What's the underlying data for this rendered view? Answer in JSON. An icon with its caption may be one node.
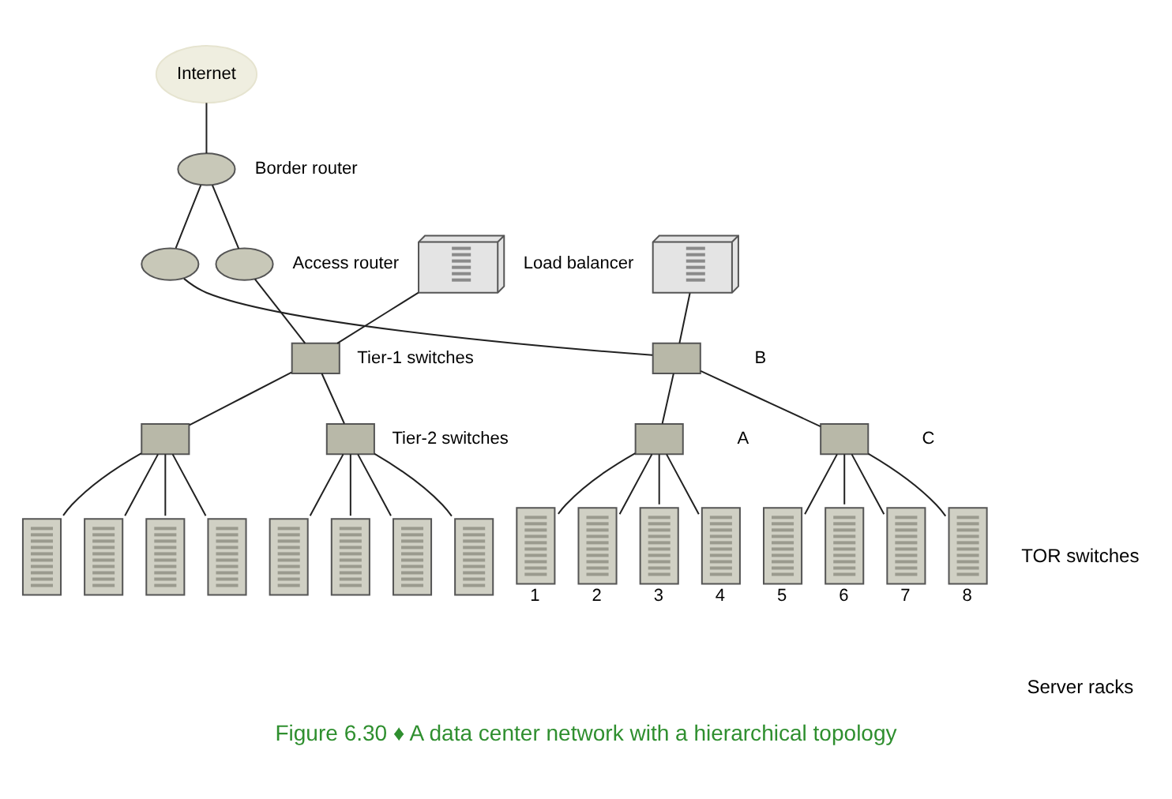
{
  "diagram": {
    "caption": "Figure 6.30 ♦ A data center network with a hierarchical topology",
    "nodes": [
      {
        "text": [
          "Internet"
        ]
      },
      {
        "text": [],
        "shape": "circle",
        "beside": [
          "Border router"
        ]
      },
      {
        "text": [],
        "shape": "circle"
      },
      {
        "text": [],
        "shape": "circle",
        "beside": [
          "Access router"
        ]
      },
      {
        "text": [],
        "shape": "picture"
      },
      {
        "text": [],
        "shape": "box",
        "beside": [
          "B"
        ]
      },
      {
        "text": [],
        "shape": "picture",
        "beside": [
          "Load balancer"
        ]
      },
      {
        "text": [],
        "shape": "box",
        "beside": [
          "Tier-1 switches"
        ]
      },
      {
        "text": [],
        "shape": "box",
        "beside": [
          "A"
        ]
      },
      {
        "text": [],
        "shape": "box",
        "beside": [
          "C"
        ]
      },
      {
        "text": [],
        "shape": "box"
      },
      {
        "text": [],
        "shape": "box",
        "beside": [
          "Tier-2 switches"
        ]
      },
      {
        "text": [],
        "shape": "box",
        "beside": [
          "1"
        ]
      },
      {
        "text": [],
        "shape": "box",
        "beside": [
          "2"
        ]
      },
      {
        "text": [],
        "shape": "box",
        "beside": [
          "3"
        ]
      },
      {
        "text": [],
        "shape": "box",
        "beside": [
          "4"
        ]
      },
      {
        "text": [],
        "shape": "box",
        "beside": [
          "5"
        ]
      },
      {
        "text": [],
        "shape": "box",
        "beside": [
          "6"
        ]
      },
      {
        "text": [],
        "shape": "box",
        "beside": [
          "7"
        ]
      },
      {
        "text": [],
        "shape": "box",
        "beside": [
          "8"
        ]
      },
      {
        "text": [],
        "shape": "box"
      },
      {
        "text": [],
        "shape": "box"
      },
      {
        "text": [],
        "shape": "box"
      },
      {
        "text": [],
        "shape": "box"
      },
      {
        "text": [],
        "shape": "box"
      },
      {
        "text": [],
        "shape": "box"
      },
      {
        "text": [],
        "shape": "box"
      },
      {
        "text": [],
        "shape": "box"
      }
    ],
    "edges": [
      {
        "from": 0,
        "to": 1,
        "arrow": "none"
      },
      {
        "from": 1,
        "to": 2,
        "arrow": "none"
      },
      {
        "from": 1,
        "to": 3,
        "arrow": "none"
      },
      {
        "from": 2,
        "to": 5,
        "arrow": "none"
      },
      {
        "from": 4,
        "to": 5,
        "arrow": "none"
      },
      {
        "from": 3,
        "to": 7,
        "arrow": "none"
      },
      {
        "from": 6,
        "to": 7,
        "arrow": "none"
      },
      {
        "from": 5,
        "to": 8,
        "arrow": "none"
      },
      {
        "from": 5,
        "to": 9,
        "arrow": "none"
      },
      {
        "from": 7,
        "to": 10,
        "arrow": "none"
      },
      {
        "from": 7,
        "to": 11,
        "arrow": "none"
      },
      {
        "from": 8,
        "to": 12,
        "arrow": "none"
      },
      {
        "from": 8,
        "to": 13,
        "arrow": "none"
      },
      {
        "from": 8,
        "to": 14,
        "arrow": "none"
      },
      {
        "from": 8,
        "to": 15,
        "arrow": "none"
      },
      {
        "from": 9,
        "to": 16,
        "arrow": "none"
      },
      {
        "from": 9,
        "to": 17,
        "arrow": "none"
      },
      {
        "from": 9,
        "to": 18,
        "arrow": "none"
      },
      {
        "from": 9,
        "to": 19,
        "arrow": "none"
      },
      {
        "from": 10,
        "to": 20,
        "arrow": "none"
      },
      {
        "from": 10,
        "to": 21,
        "arrow": "none"
      },
      {
        "from": 10,
        "to": 22,
        "arrow": "none"
      },
      {
        "from": 10,
        "to": 23,
        "arrow": "none"
      },
      {
        "from": 11,
        "to": 24,
        "arrow": "none"
      },
      {
        "from": 11,
        "to": 25,
        "arrow": "none"
      },
      {
        "from": 11,
        "to": 26,
        "arrow": "none"
      },
      {
        "from": 11,
        "to": 27,
        "arrow": "none"
      }
    ],
    "labels": [
      "TOR switches",
      "Server racks"
    ]
  }
}
